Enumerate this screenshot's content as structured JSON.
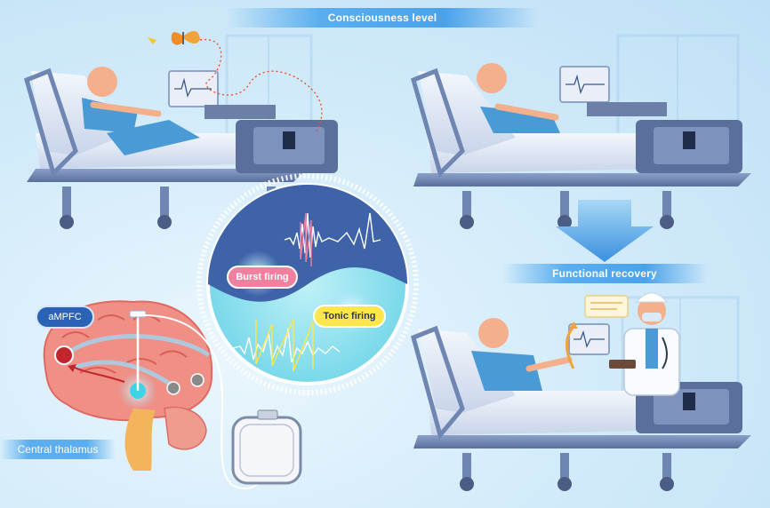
{
  "labels": {
    "consciousness": "Consciousness level",
    "recovery": "Functional recovery",
    "ampfc": "aMPFC",
    "thalamus": "Central thalamus",
    "burst": "Burst firing",
    "tonic": "Tonic firing"
  },
  "colors": {
    "banner": "#5aaeef",
    "burst": "#f07fa0",
    "tonic": "#ffe64a",
    "brain": "#f08f86",
    "bed_frame": "#6f86b3",
    "gown": "#4a9ad6"
  }
}
